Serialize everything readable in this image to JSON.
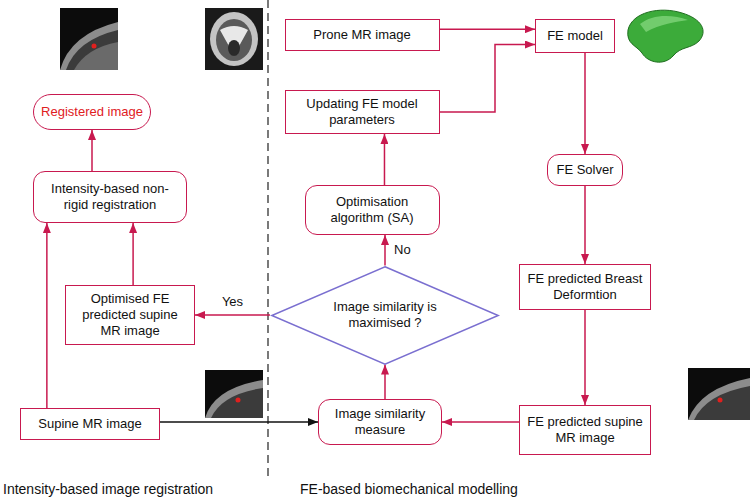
{
  "diagram": {
    "nodes": [
      {
        "text": [
          "Prone MR image"
        ]
      },
      {
        "text": [
          "FE model"
        ]
      },
      {
        "text": [
          "Registered image"
        ]
      },
      {
        "text": [
          "Updating FE model parameters"
        ]
      },
      {
        "text": [
          "FE Solver"
        ]
      },
      {
        "text": [
          "Intensity-based non-rigid registration"
        ]
      },
      {
        "text": [
          "Optimisation algorithm (SA)"
        ]
      },
      {
        "text": [
          "FE predicted Breast Deformtion"
        ]
      },
      {
        "text": [
          "Optimised FE predicted supine MR image"
        ]
      },
      {
        "text": [
          "Image similarity is maximised ?"
        ]
      },
      {
        "text": [
          "Supine MR image"
        ]
      },
      {
        "text": [
          "Image similarity measure"
        ]
      },
      {
        "text": [
          "FE predicted supine MR image"
        ]
      }
    ],
    "edges": [
      {
        "from": 0,
        "to": 1,
        "arrow": "to"
      },
      {
        "from": 3,
        "to": 1,
        "arrow": "to"
      },
      {
        "from": 1,
        "to": 4,
        "arrow": "to"
      },
      {
        "from": 4,
        "to": 7,
        "arrow": "to"
      },
      {
        "from": 7,
        "to": 12,
        "arrow": "to"
      },
      {
        "from": 12,
        "to": 11,
        "arrow": "to"
      },
      {
        "from": 10,
        "to": 11,
        "arrow": "to"
      },
      {
        "from": 11,
        "to": 9,
        "arrow": "to"
      },
      {
        "from": 9,
        "to": 6,
        "label": "No",
        "arrow": "to"
      },
      {
        "from": 6,
        "to": 3,
        "arrow": "to"
      },
      {
        "from": 9,
        "to": 8,
        "label": "Yes",
        "arrow": "to"
      },
      {
        "from": 8,
        "to": 5,
        "arrow": "to"
      },
      {
        "from": 10,
        "to": 5,
        "arrow": "to"
      },
      {
        "from": 5,
        "to": 2,
        "arrow": "to"
      }
    ],
    "labels": [
      "Intensity-based image registration",
      "FE-based biomechanical modelling"
    ]
  }
}
